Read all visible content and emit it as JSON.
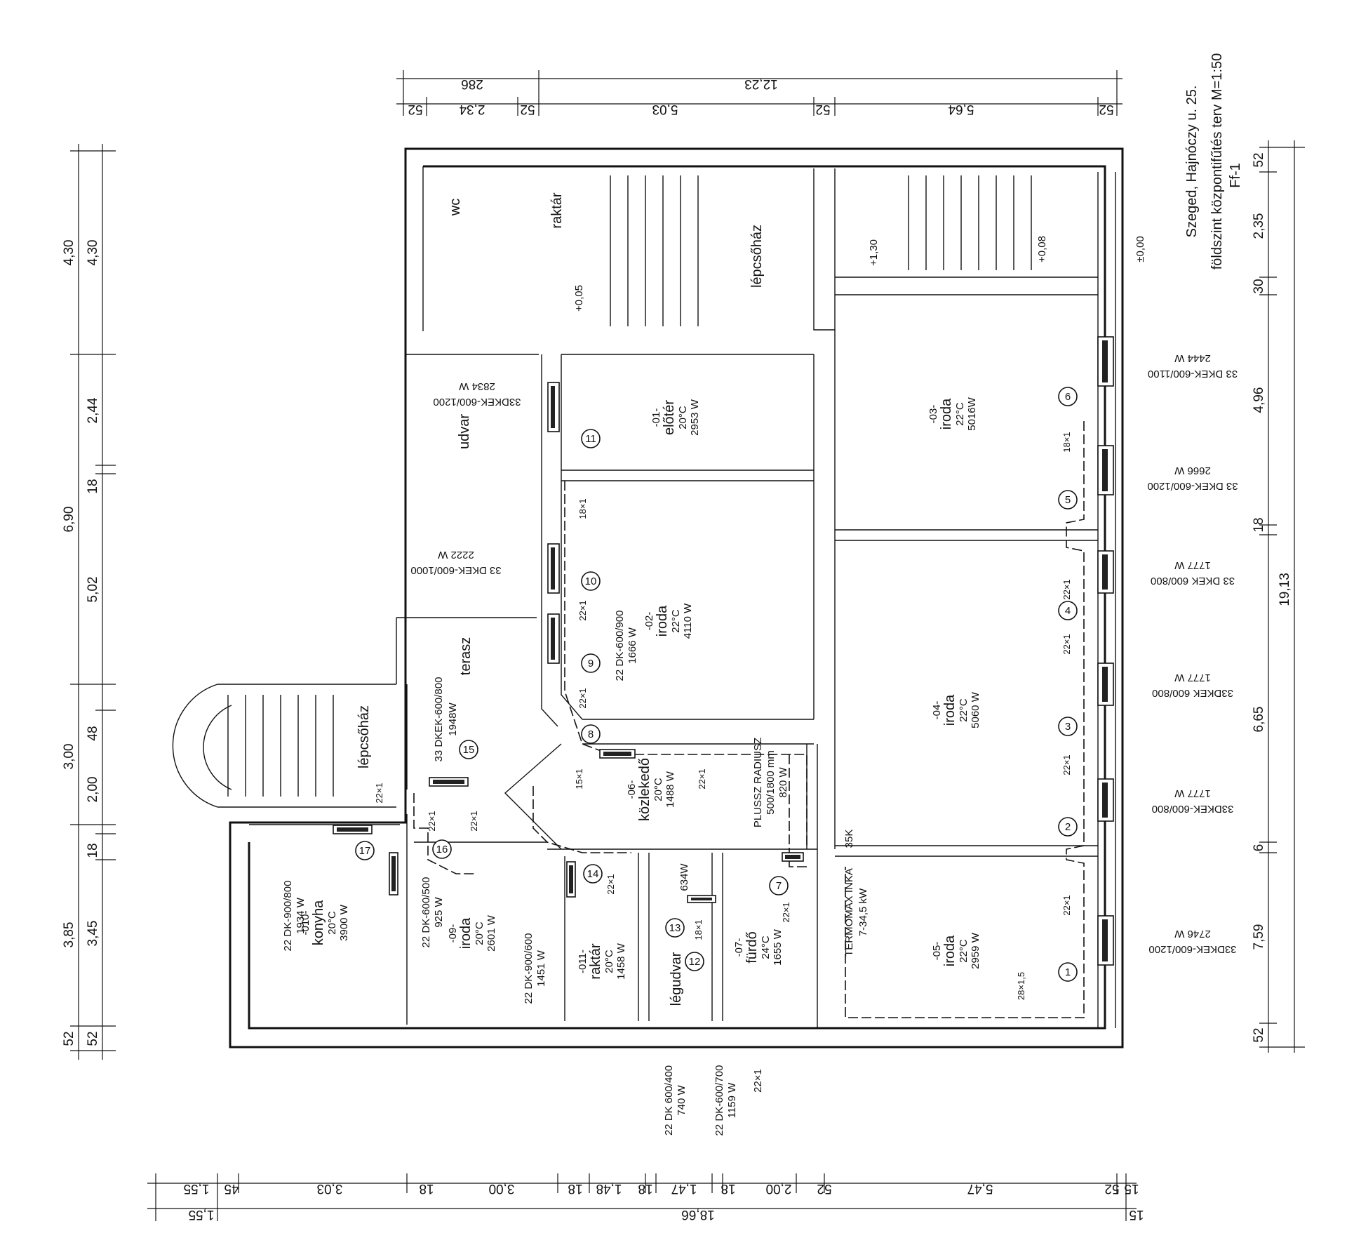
{
  "title": {
    "line1": "Szeged, Hajnóczy u. 25.",
    "line2": "földszint központifűtés terv M=1:50",
    "line3": "Ff-1"
  },
  "dims_top": {
    "upper": [
      "286",
      "12,23"
    ],
    "lower": [
      "52",
      "2,34",
      "52",
      "5,03",
      "52",
      "5,64",
      "52"
    ]
  },
  "dims_bottom": {
    "upper": [
      "15",
      "52",
      "5,47",
      "52",
      "2,00",
      "18",
      "1,47",
      "18",
      "1,48",
      "18",
      "3,00",
      "18",
      "3,03",
      "45",
      "1,55"
    ],
    "lower": [
      "15",
      "18,66",
      "1,55"
    ]
  },
  "dims_left": {
    "outer": [
      "4,30",
      "6,90",
      "3,00",
      "3,85",
      "52"
    ],
    "inner": [
      "4,30",
      "2,44",
      "18",
      "5,02",
      "48",
      "2,00",
      "18",
      "3,45",
      "52"
    ]
  },
  "dims_right": {
    "outer": [
      "52",
      "2,35",
      "30",
      "4,96",
      "18",
      "6,65",
      "6",
      "7,59",
      "52"
    ],
    "total": "19,13"
  },
  "rooms": [
    {
      "id": "01",
      "num": "-01-",
      "name": "előtér",
      "temp": "20°C",
      "power": "2953 W"
    },
    {
      "id": "02",
      "num": "-02-",
      "name": "iroda",
      "temp": "22°C",
      "power": "4110 W"
    },
    {
      "id": "03",
      "num": "-03-",
      "name": "iroda",
      "temp": "22°C",
      "power": "5016W"
    },
    {
      "id": "04",
      "num": "-04-",
      "name": "iroda",
      "temp": "22°C",
      "power": "5060 W"
    },
    {
      "id": "05",
      "num": "-05-",
      "name": "iroda",
      "temp": "22°C",
      "power": "2959 W"
    },
    {
      "id": "06",
      "num": "-06-",
      "name": "közlekedő",
      "temp": "20°C",
      "power": "1488 W"
    },
    {
      "id": "07",
      "num": "-07-",
      "name": "fürdő",
      "temp": "24°C",
      "power": "1655 W"
    },
    {
      "id": "09",
      "num": "-09-",
      "name": "iroda",
      "temp": "20°C",
      "power": "2601 W"
    },
    {
      "id": "010",
      "num": "-010-",
      "name": "konyha",
      "temp": "20°C",
      "power": "3900 W"
    },
    {
      "id": "011",
      "num": "-011-",
      "name": "raktár",
      "temp": "20°C",
      "power": "1458 W"
    }
  ],
  "labels": {
    "wc": "wc",
    "raktar_top": "raktár",
    "lepcsohaz_top": "lépcsőház",
    "lepcsohaz_left": "lépcsőház",
    "udvar": "udvar",
    "terasz": "terasz",
    "legudvar": "légudvar",
    "lev_005": "+0,05",
    "lev_130": "+1,30",
    "lev_008": "+0,08",
    "lev_000": "±0,00",
    "termomax": "TERMOMAX INKA",
    "termomax_kw": "7-34,5 kW",
    "plussz": "PLUSSZ RADIUSZ",
    "plussz_size": "500/1800 mm",
    "plussz_w": "820 W",
    "k35": "35K"
  },
  "radiators": {
    "r33_1100": {
      "type": "33 DKEK-600/1100",
      "power": "2444 W"
    },
    "r33_1200a": {
      "type": "33 DKEK-600/1200",
      "power": "2666 W"
    },
    "r33_800a": {
      "type": "33 DKEK 600/800",
      "power": "1777 W"
    },
    "r33_800b": {
      "type": "33DKEK 600/800",
      "power": "1777 W"
    },
    "r33_800c": {
      "type": "33DKEK-600/800",
      "power": "1777 W"
    },
    "r33_1200b": {
      "type": "33DKEK-600/1200",
      "power": "2746 W"
    },
    "r33_udvar": {
      "type": "33DKEK-600/1200",
      "power": "2834 W"
    },
    "r33_1000": {
      "type": "33 DKEK-600/1000",
      "power": "2222 W"
    },
    "r33_800_terasz": {
      "type": "33 DKEK-600/800",
      "power": "1948W"
    },
    "r22_900_900": {
      "type": "22 DK-600/900",
      "power": "1666 W"
    },
    "r22_900_800": {
      "type": "22 DK-900/800",
      "power": "1934 W"
    },
    "r22_600_500": {
      "type": "22 DK-600/500",
      "power": "925 W"
    },
    "r22_900_600": {
      "type": "22 DK-900/600",
      "power": "1451 W"
    },
    "r22_600_400": {
      "type": "22 DK 600/400",
      "power": "740 W"
    },
    "r22_600_700": {
      "type": "22 DK-600/700",
      "power": "1159 W"
    },
    "r22_634": {
      "power": "634W"
    }
  },
  "pipes": {
    "p1": "18×1",
    "p2": "22×1",
    "p3": "22×1",
    "p4": "22×1",
    "p5": "22×1",
    "p6": "18×1",
    "p7": "22×1",
    "p8": "28×1,5",
    "p9": "22×1",
    "p10": "22×1",
    "p11": "15×1",
    "p12": "22×1",
    "p13": "22×1",
    "p14": "22×1",
    "p15": "22×1",
    "p16": "18×1",
    "p17": "22×1",
    "p18": "22×1"
  },
  "circles": [
    "1",
    "2",
    "3",
    "4",
    "5",
    "6",
    "7",
    "8",
    "9",
    "10",
    "11",
    "12",
    "13",
    "14",
    "15",
    "16",
    "17"
  ]
}
